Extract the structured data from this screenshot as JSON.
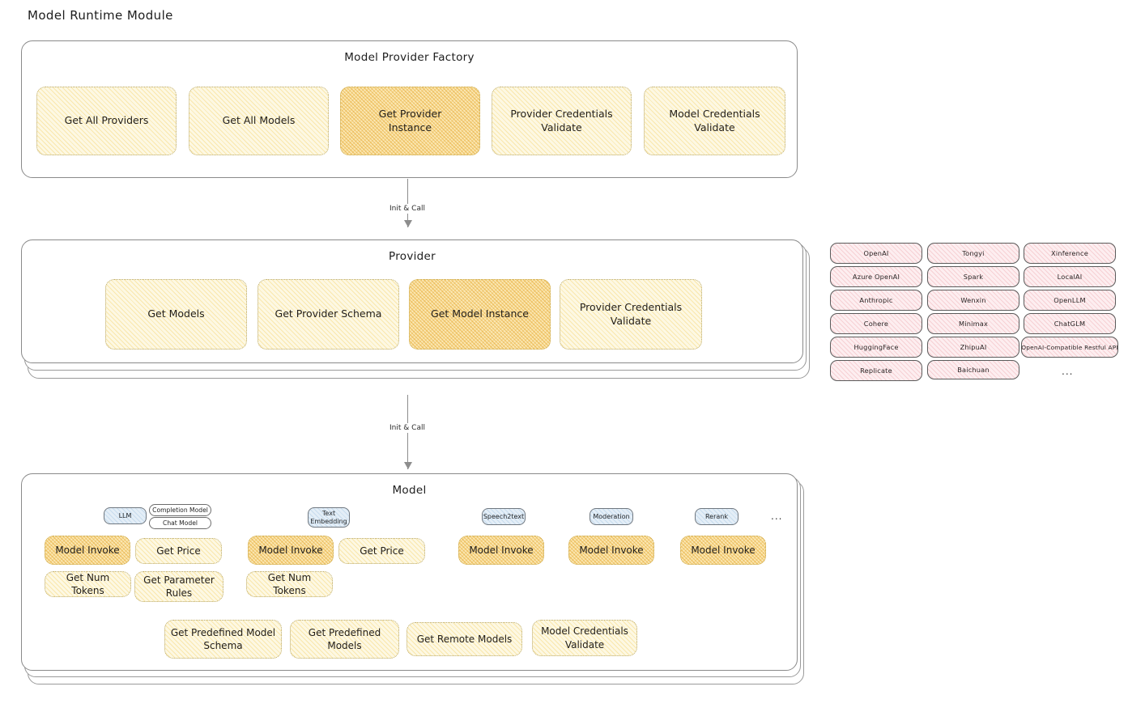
{
  "page": {
    "title": "Model Runtime Module"
  },
  "colors": {
    "background": "#ffffff",
    "panel_border": "#8a8a8a",
    "action_box_fill": "#fdf8e3",
    "action_box_border": "#b9a96c",
    "action_box_highlight_fill": "#fbe8b4",
    "action_box_highlight_border": "#c8a94e",
    "provider_chip_fill": "#fdeef0",
    "provider_chip_border": "#5b5b5b",
    "model_badge_fill": "#e4eef7",
    "model_badge_border": "#707880",
    "connector": "#8d8d8d",
    "text": "#1d1d1d"
  },
  "factory": {
    "title": "Model Provider Factory",
    "boxes": [
      {
        "label": "Get All Providers",
        "highlight": false
      },
      {
        "label": "Get All Models",
        "highlight": false
      },
      {
        "label": "Get Provider\nInstance",
        "highlight": true
      },
      {
        "label": "Provider Credentials\nValidate",
        "highlight": false
      },
      {
        "label": "Model Credentials\nValidate",
        "highlight": false
      }
    ]
  },
  "connector_1": {
    "label": "Init & Call"
  },
  "provider": {
    "title": "Provider",
    "stack_layers": 2,
    "boxes": [
      {
        "label": "Get Models",
        "highlight": false
      },
      {
        "label": "Get Provider Schema",
        "highlight": false
      },
      {
        "label": "Get Model Instance",
        "highlight": true
      },
      {
        "label": "Provider Credentials\nValidate",
        "highlight": false
      }
    ]
  },
  "connector_2": {
    "label": "Init & Call"
  },
  "provider_list": {
    "ellipsis": "...",
    "columns": [
      {
        "items": [
          "OpenAI",
          "Azure OpenAI",
          "Anthropic",
          "Cohere",
          "HuggingFace",
          "Replicate"
        ]
      },
      {
        "items": [
          "Tongyi",
          "Spark",
          "Wenxin",
          "Minimax",
          "ZhipuAI",
          "Baichuan"
        ]
      },
      {
        "items": [
          "Xinference",
          "LocalAI",
          "OpenLLM",
          "ChatGLM",
          "OpenAI-Compatible Restful API"
        ]
      }
    ]
  },
  "model": {
    "title": "Model",
    "stack_layers": 2,
    "ellipsis": "...",
    "groups": [
      {
        "badge": "LLM",
        "badge_type": "blue",
        "sub_badges": [
          "Completion Model",
          "Chat Model"
        ],
        "boxes": [
          {
            "label": "Model Invoke",
            "highlight": true
          },
          {
            "label": "Get Price",
            "highlight": false
          },
          {
            "label": "Get Num Tokens",
            "highlight": false
          },
          {
            "label": "Get Parameter\nRules",
            "highlight": false
          }
        ]
      },
      {
        "badge": "Text\nEmbedding",
        "badge_type": "blue",
        "sub_badges": [],
        "boxes": [
          {
            "label": "Model Invoke",
            "highlight": true
          },
          {
            "label": "Get Price",
            "highlight": false
          },
          {
            "label": "Get Num Tokens",
            "highlight": false
          }
        ]
      },
      {
        "badge": "Speech2text",
        "badge_type": "blue",
        "sub_badges": [],
        "boxes": [
          {
            "label": "Model Invoke",
            "highlight": true
          }
        ]
      },
      {
        "badge": "Moderation",
        "badge_type": "blue",
        "sub_badges": [],
        "boxes": [
          {
            "label": "Model Invoke",
            "highlight": true
          }
        ]
      },
      {
        "badge": "Rerank",
        "badge_type": "blue",
        "sub_badges": [],
        "boxes": [
          {
            "label": "Model Invoke",
            "highlight": true
          }
        ]
      }
    ],
    "shared_boxes": [
      {
        "label": "Get Predefined Model\nSchema",
        "highlight": false
      },
      {
        "label": "Get Predefined\nModels",
        "highlight": false
      },
      {
        "label": "Get Remote Models",
        "highlight": false
      },
      {
        "label": "Model Credentials\nValidate",
        "highlight": false
      }
    ]
  }
}
